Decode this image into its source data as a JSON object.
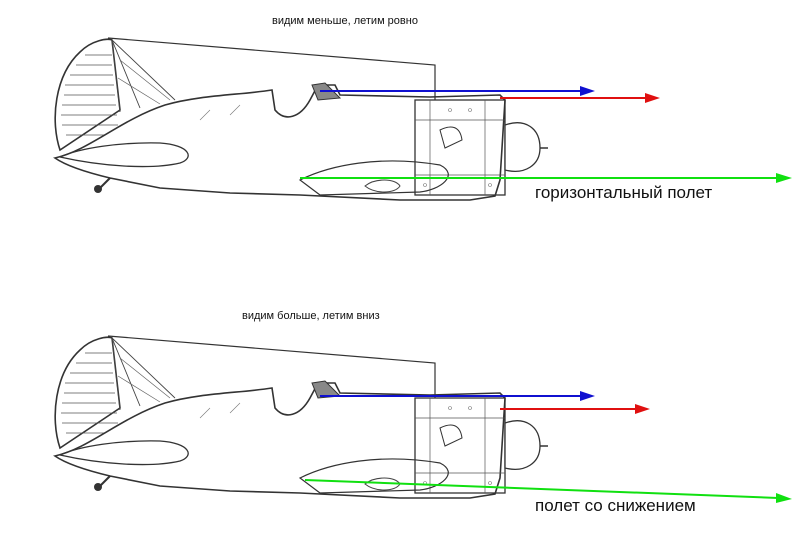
{
  "top": {
    "caption": "видим меньше, летим ровно",
    "flight_label": "горизонтальный полет"
  },
  "bottom": {
    "caption": "видим больше, летим вниз",
    "flight_label": "полет со снижением"
  },
  "colors": {
    "sight_line": "#1010d0",
    "engine_axis": "#e01010",
    "flight_path": "#10e010",
    "drawing": "#333333"
  }
}
